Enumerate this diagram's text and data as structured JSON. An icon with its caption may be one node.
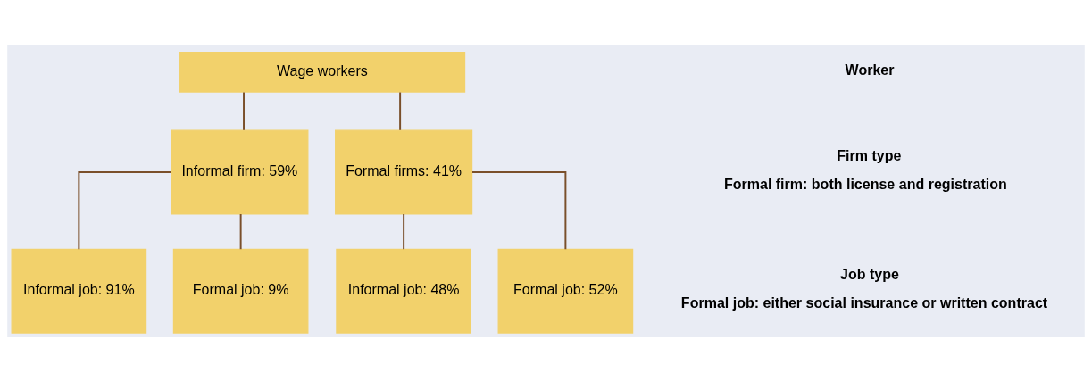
{
  "diagram": {
    "nodes": [
      {
        "text": [
          "Wage workers"
        ]
      },
      {
        "text": [
          "Informal firm: 59%"
        ]
      },
      {
        "text": [
          "Formal firms: 41%"
        ]
      },
      {
        "text": [
          "Informal job: 91%"
        ]
      },
      {
        "text": [
          "Formal job: 9%"
        ]
      },
      {
        "text": [
          "Informal job: 48%"
        ]
      },
      {
        "text": [
          "Formal job: 52%"
        ]
      }
    ],
    "edges": [
      {
        "from": 0,
        "to": 1,
        "arrow": "none"
      },
      {
        "from": 0,
        "to": 2,
        "arrow": "none"
      },
      {
        "from": 1,
        "to": 3,
        "arrow": "none"
      },
      {
        "from": 1,
        "to": 4,
        "arrow": "none"
      },
      {
        "from": 2,
        "to": 5,
        "arrow": "none"
      },
      {
        "from": 2,
        "to": 6,
        "arrow": "none"
      }
    ],
    "labels": [
      "Worker",
      "Firm type",
      "Formal firm: both license and registration",
      "Job type",
      "Formal job: either social insurance or written contract"
    ]
  }
}
